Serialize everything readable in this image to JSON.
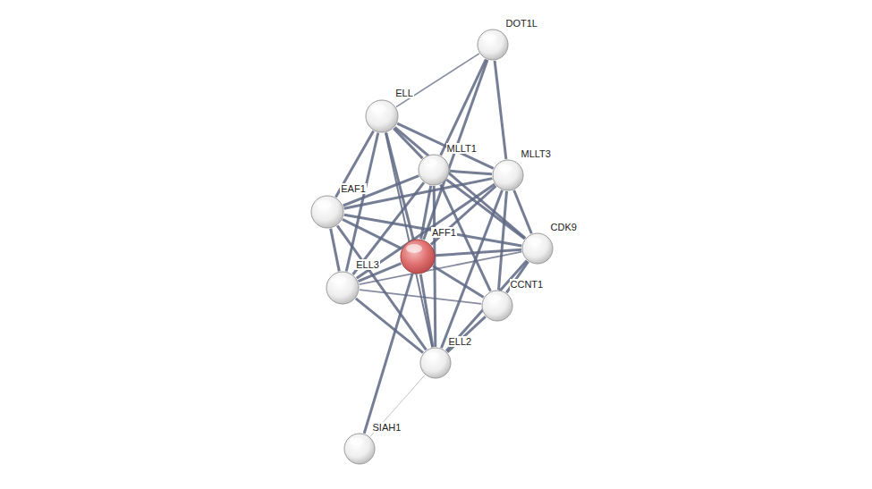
{
  "diagram": {
    "nodes": [
      {
        "text": [
          "DOT1L"
        ]
      },
      {
        "text": [
          "ELL"
        ]
      },
      {
        "text": [
          "MLLT1"
        ]
      },
      {
        "text": [
          "MLLT3"
        ]
      },
      {
        "text": [
          "EAF1"
        ]
      },
      {
        "text": [
          "AFF1"
        ]
      },
      {
        "text": [
          "CDK9"
        ]
      },
      {
        "text": [
          "ELL3"
        ]
      },
      {
        "text": [
          "CCNT1"
        ]
      },
      {
        "text": [
          "ELL2"
        ]
      },
      {
        "text": [
          "SIAH1"
        ]
      }
    ],
    "edges": [
      {
        "from": 0,
        "to": 1,
        "arrow": "none"
      },
      {
        "from": 0,
        "to": 2,
        "arrow": "none"
      },
      {
        "from": 0,
        "to": 3,
        "arrow": "none"
      },
      {
        "from": 0,
        "to": 5,
        "arrow": "none"
      },
      {
        "from": 1,
        "to": 2,
        "arrow": "none"
      },
      {
        "from": 1,
        "to": 3,
        "arrow": "none"
      },
      {
        "from": 1,
        "to": 4,
        "arrow": "none"
      },
      {
        "from": 1,
        "to": 7,
        "arrow": "none"
      },
      {
        "from": 1,
        "to": 5,
        "arrow": "none"
      },
      {
        "from": 1,
        "to": 9,
        "arrow": "none"
      },
      {
        "from": 1,
        "to": 6,
        "arrow": "none"
      },
      {
        "from": 2,
        "to": 3,
        "arrow": "none"
      },
      {
        "from": 2,
        "to": 4,
        "arrow": "none"
      },
      {
        "from": 2,
        "to": 5,
        "arrow": "none"
      },
      {
        "from": 2,
        "to": 6,
        "arrow": "none"
      },
      {
        "from": 2,
        "to": 8,
        "arrow": "none"
      },
      {
        "from": 2,
        "to": 7,
        "arrow": "none"
      },
      {
        "from": 2,
        "to": 9,
        "arrow": "none"
      },
      {
        "from": 3,
        "to": 4,
        "arrow": "none"
      },
      {
        "from": 3,
        "to": 5,
        "arrow": "none"
      },
      {
        "from": 3,
        "to": 6,
        "arrow": "none"
      },
      {
        "from": 3,
        "to": 8,
        "arrow": "none"
      },
      {
        "from": 3,
        "to": 7,
        "arrow": "none"
      },
      {
        "from": 3,
        "to": 9,
        "arrow": "none"
      },
      {
        "from": 4,
        "to": 5,
        "arrow": "none"
      },
      {
        "from": 4,
        "to": 7,
        "arrow": "none"
      },
      {
        "from": 4,
        "to": 9,
        "arrow": "none"
      },
      {
        "from": 4,
        "to": 6,
        "arrow": "none"
      },
      {
        "from": 5,
        "to": 6,
        "arrow": "none"
      },
      {
        "from": 5,
        "to": 8,
        "arrow": "none"
      },
      {
        "from": 5,
        "to": 7,
        "arrow": "none"
      },
      {
        "from": 5,
        "to": 9,
        "arrow": "none"
      },
      {
        "from": 5,
        "to": 10,
        "arrow": "none"
      },
      {
        "from": 6,
        "to": 8,
        "arrow": "none"
      },
      {
        "from": 6,
        "to": 9,
        "arrow": "none"
      },
      {
        "from": 6,
        "to": 7,
        "arrow": "none"
      },
      {
        "from": 8,
        "to": 9,
        "arrow": "none"
      },
      {
        "from": 8,
        "to": 7,
        "arrow": "none"
      },
      {
        "from": 7,
        "to": 9,
        "arrow": "none"
      },
      {
        "from": 9,
        "to": 10,
        "arrow": "none"
      }
    ]
  }
}
